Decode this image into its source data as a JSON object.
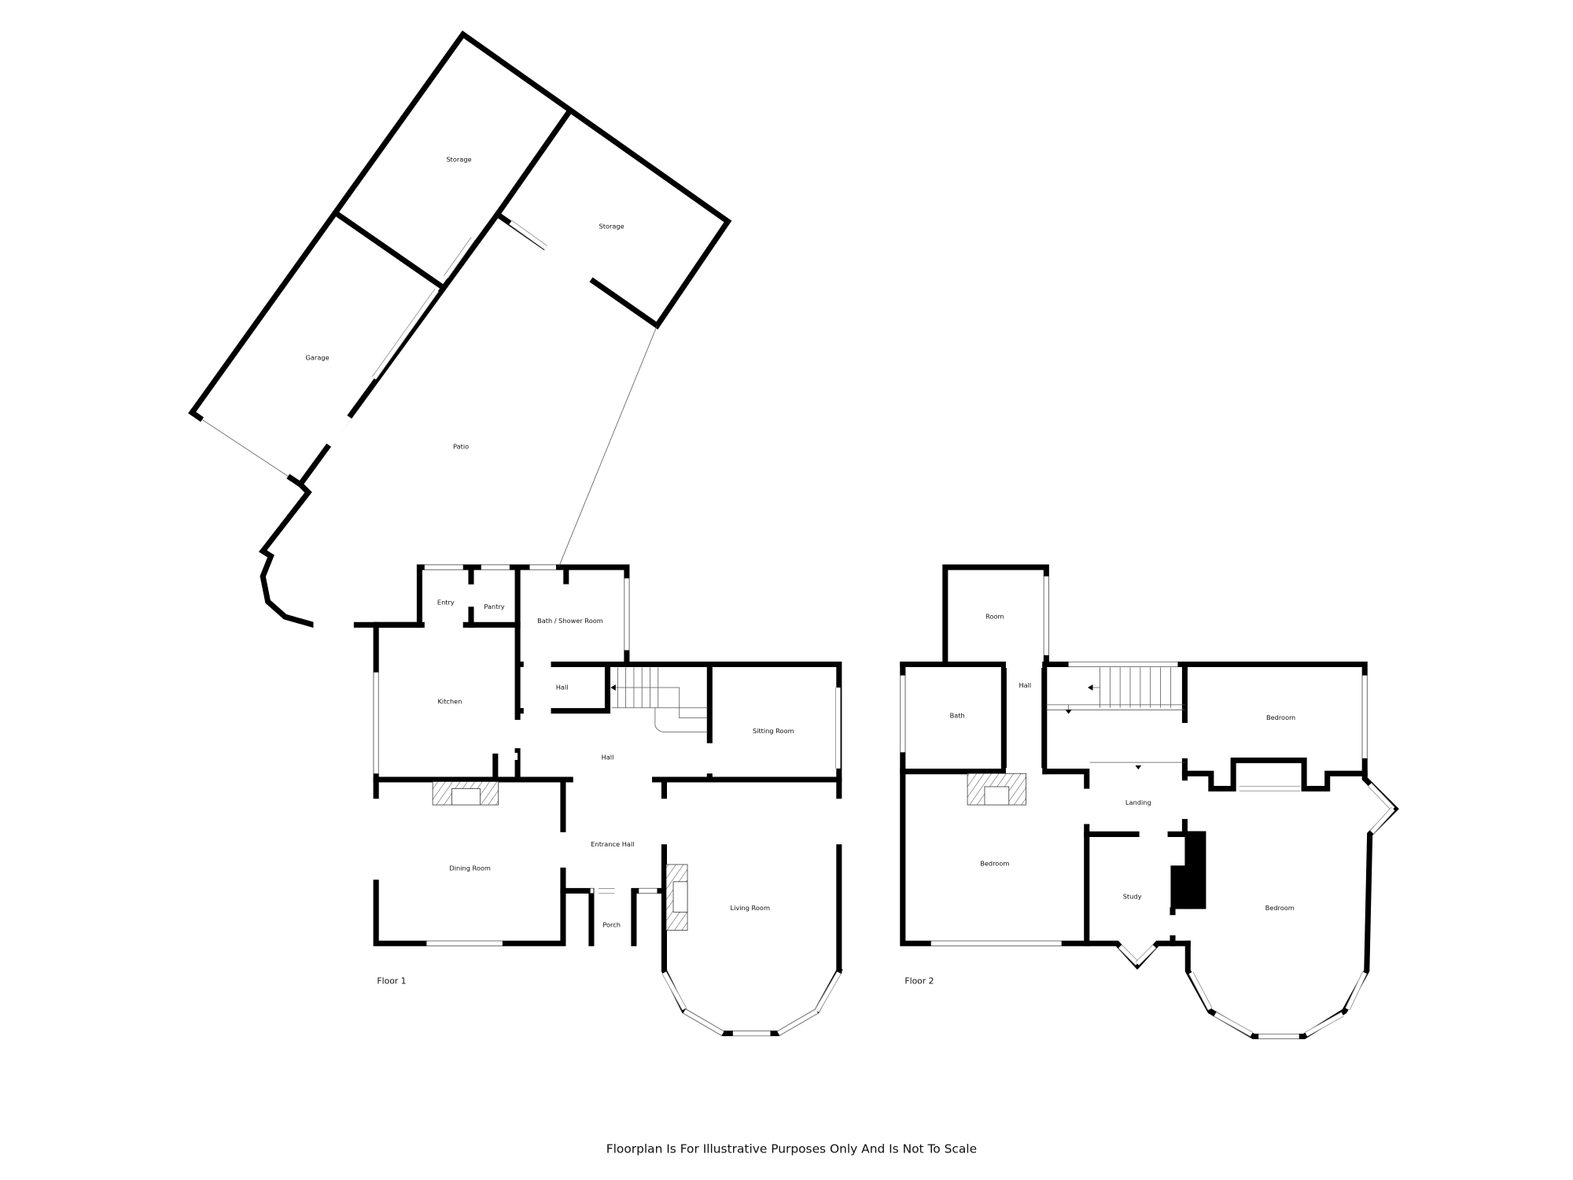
{
  "outbuildings": {
    "rooms": [
      "Storage",
      "Storage",
      "Garage",
      "Patio"
    ]
  },
  "floor1": {
    "label": "Floor 1",
    "rooms": [
      "Entry",
      "Pantry",
      "Bath / Shower Room",
      "Hall",
      "Kitchen",
      "Sitting Room",
      "Hall",
      "Entrance Hall",
      "Dining Room",
      "Porch",
      "Living Room"
    ]
  },
  "floor2": {
    "label": "Floor 2",
    "rooms": [
      "Room",
      "Hall",
      "Bath",
      "Bedroom",
      "Landing",
      "Bedroom",
      "Study",
      "Bedroom"
    ]
  },
  "footer": "Floorplan Is For Illustrative Purposes Only And Is Not To Scale"
}
